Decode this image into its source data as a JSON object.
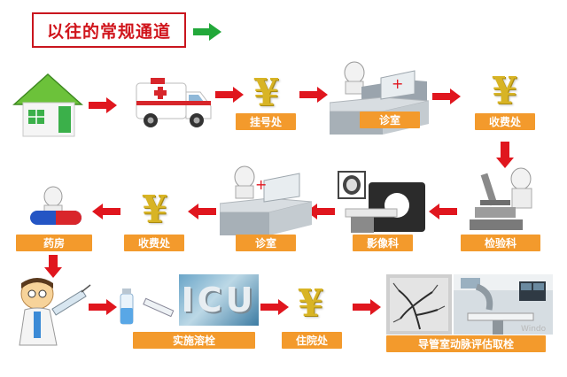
{
  "title": "以往的常规通道",
  "labels": {
    "registration": "挂号处",
    "clinic1": "诊室",
    "payment1": "收费处",
    "lab": "检验科",
    "imaging": "影像科",
    "clinic2": "诊室",
    "payment2": "收费处",
    "pharmacy": "药房",
    "thrombolysis": "实施溶栓",
    "admission": "住院处",
    "catheter": "导管室动脉评估取栓"
  },
  "icu_text": "ICU",
  "watermark": "Windo",
  "colors": {
    "arrow_red": "#e0161e",
    "arrow_green": "#22a83a",
    "label_orange": "#f39a2c",
    "title_red": "#d0151c"
  }
}
